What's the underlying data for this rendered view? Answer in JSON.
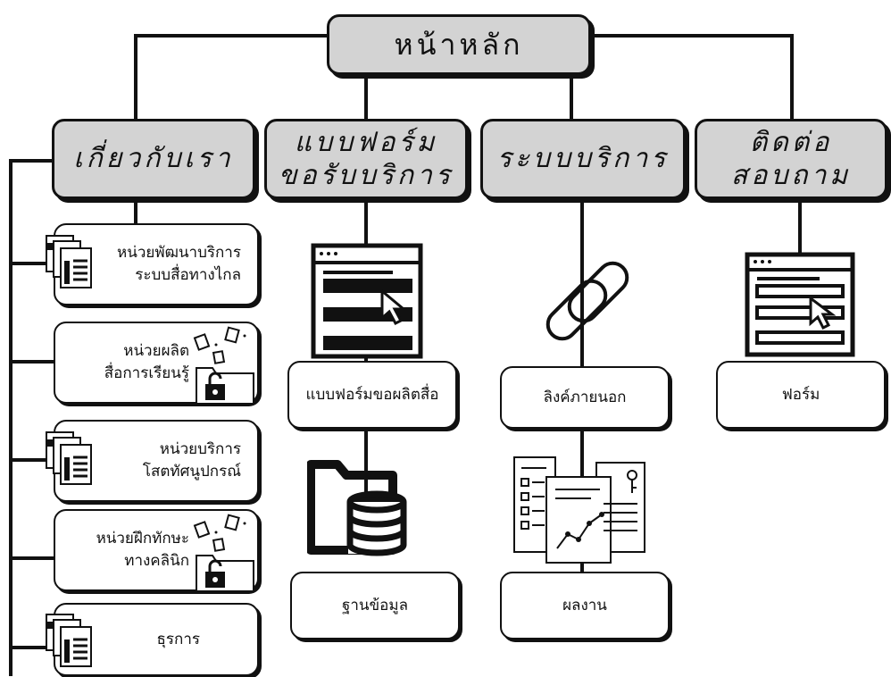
{
  "home": {
    "label": "หน้าหลัก"
  },
  "menu": {
    "about": "เกี่ยวกับเรา",
    "forms": "แบบฟอร์ม\nขอรับบริการ",
    "services": "ระบบบริการ",
    "contact": "ติดต่อสอบถาม"
  },
  "about_items": [
    {
      "label": "หน่วยพัฒนาบริการ\nระบบสื่อทางไกล",
      "icon": "documents-icon"
    },
    {
      "label": "หน่วยผลิต\nสื่อการเรียนรู้",
      "icon": "folder-lock-icon"
    },
    {
      "label": "หน่วยบริการ\nโสตทัศนูปกรณ์",
      "icon": "documents-icon"
    },
    {
      "label": "หน่วยฝึกทักษะ\nทางคลินิก",
      "icon": "folder-lock-icon"
    },
    {
      "label": "ธุรการ",
      "icon": "documents-icon"
    }
  ],
  "forms_items": [
    {
      "label": "แบบฟอร์มขอผลิตสื่อ",
      "icon": "web-form-icon"
    },
    {
      "label": "ฐานข้อมูล",
      "icon": "folder-database-icon"
    }
  ],
  "services_items": [
    {
      "label": "ลิงค์ภายนอก",
      "icon": "chain-link-icon"
    },
    {
      "label": "ผลงาน",
      "icon": "reports-chart-icon"
    }
  ],
  "contact_items": [
    {
      "label": "ฟอร์ม",
      "icon": "web-form-icon"
    }
  ]
}
